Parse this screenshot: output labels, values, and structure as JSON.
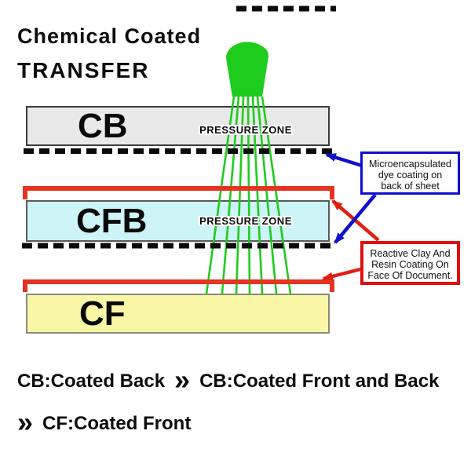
{
  "title": {
    "line1": "Chemical Coated",
    "line2": "TRANSFER"
  },
  "layers": {
    "cb": {
      "label": "CB",
      "pressure_zone": "PRESSURE ZONE"
    },
    "cfb": {
      "label": "CFB",
      "pressure_zone": "PRESSURE ZONE"
    },
    "cf": {
      "label": "CF"
    }
  },
  "callouts": {
    "blue_note": {
      "line1": "Microencapsulated",
      "line2": "dye coating on",
      "line3": "back of sheet"
    },
    "red_note": {
      "line1": "Reactive Clay And",
      "line2": "Resin Coating On",
      "line3": "Face Of Document."
    }
  },
  "legend": {
    "row1": {
      "item1": "CB:Coated Back",
      "chevron": "»",
      "item2": "CB:Coated Front and Back"
    },
    "row2": {
      "chevron": "»",
      "item": "CF:Coated Front"
    }
  },
  "colors": {
    "ink_green": "#1ECC1E",
    "highlight_red": "#E63322",
    "callout_blue": "#1010CC",
    "red_note_border": "#DD1111",
    "cb_fill": "#E9E9E9",
    "cfb_fill": "#CDF4F7",
    "cf_fill": "#F9F6A5",
    "dash_black": "#0A0A0A"
  }
}
